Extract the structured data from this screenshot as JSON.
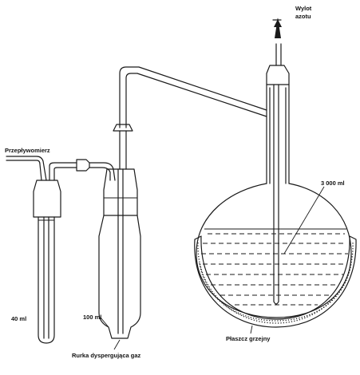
{
  "labels": {
    "nitrogen_outlet_line1": "Wylot",
    "nitrogen_outlet_line2": "azotu",
    "flowmeter": "Przepływomierz",
    "flask_volume": "3 000 ml",
    "tube_40": "40 ml",
    "tube_100": "100 ml",
    "gas_dispersion_tube": "Rurka dyspergująca gaz",
    "heating_mantle": "Płaszcz grzejny"
  }
}
